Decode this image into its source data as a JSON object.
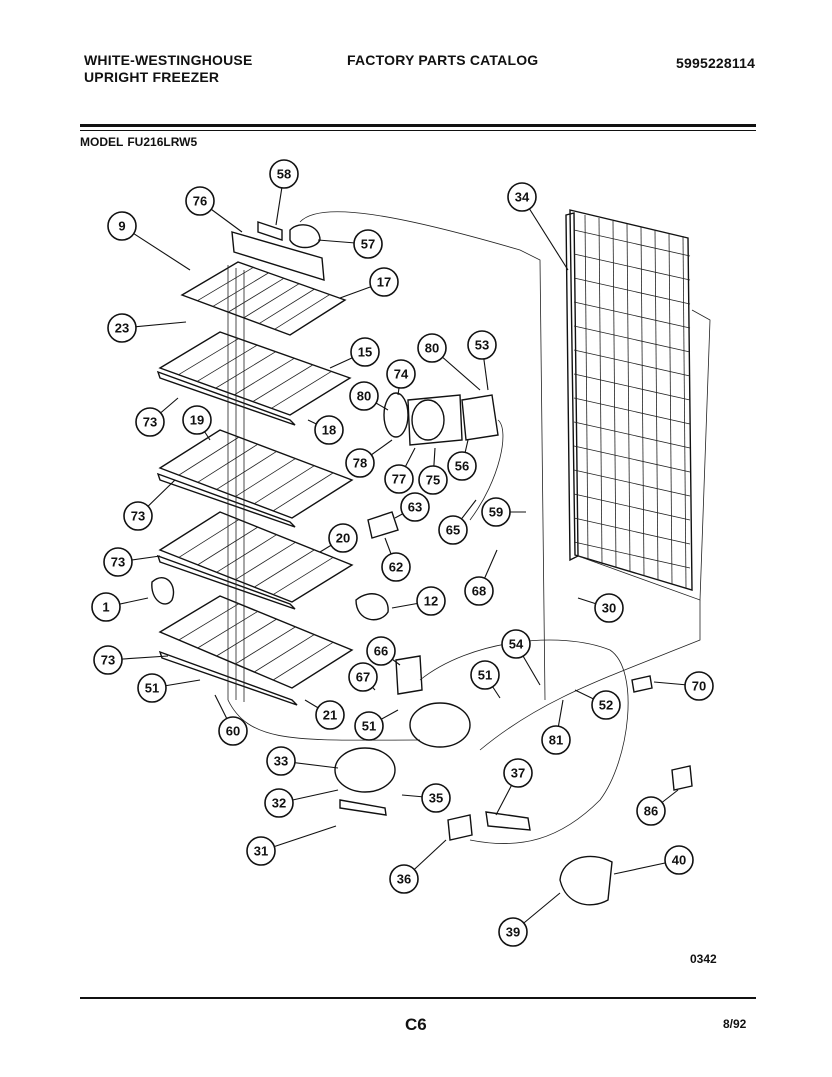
{
  "header": {
    "brand_line1": "WHITE-WESTINGHOUSE",
    "brand_line2": "UPRIGHT FREEZER",
    "catalog_title": "FACTORY PARTS CATALOG",
    "catalog_number": "5995228114"
  },
  "model": {
    "label": "MODEL",
    "value": "FU216LRW5"
  },
  "footer": {
    "figure_code": "0342",
    "page_code": "C6",
    "date": "8/92"
  },
  "callouts": [
    "58",
    "76",
    "9",
    "57",
    "17",
    "34",
    "23",
    "15",
    "80",
    "53",
    "74",
    "80",
    "73",
    "19",
    "18",
    "78",
    "77",
    "75",
    "56",
    "73",
    "63",
    "59",
    "65",
    "20",
    "73",
    "62",
    "68",
    "1",
    "12",
    "30",
    "54",
    "66",
    "51",
    "70",
    "73",
    "51",
    "67",
    "52",
    "21",
    "51",
    "60",
    "81",
    "33",
    "37",
    "35",
    "32",
    "86",
    "31",
    "40",
    "36",
    "39"
  ]
}
